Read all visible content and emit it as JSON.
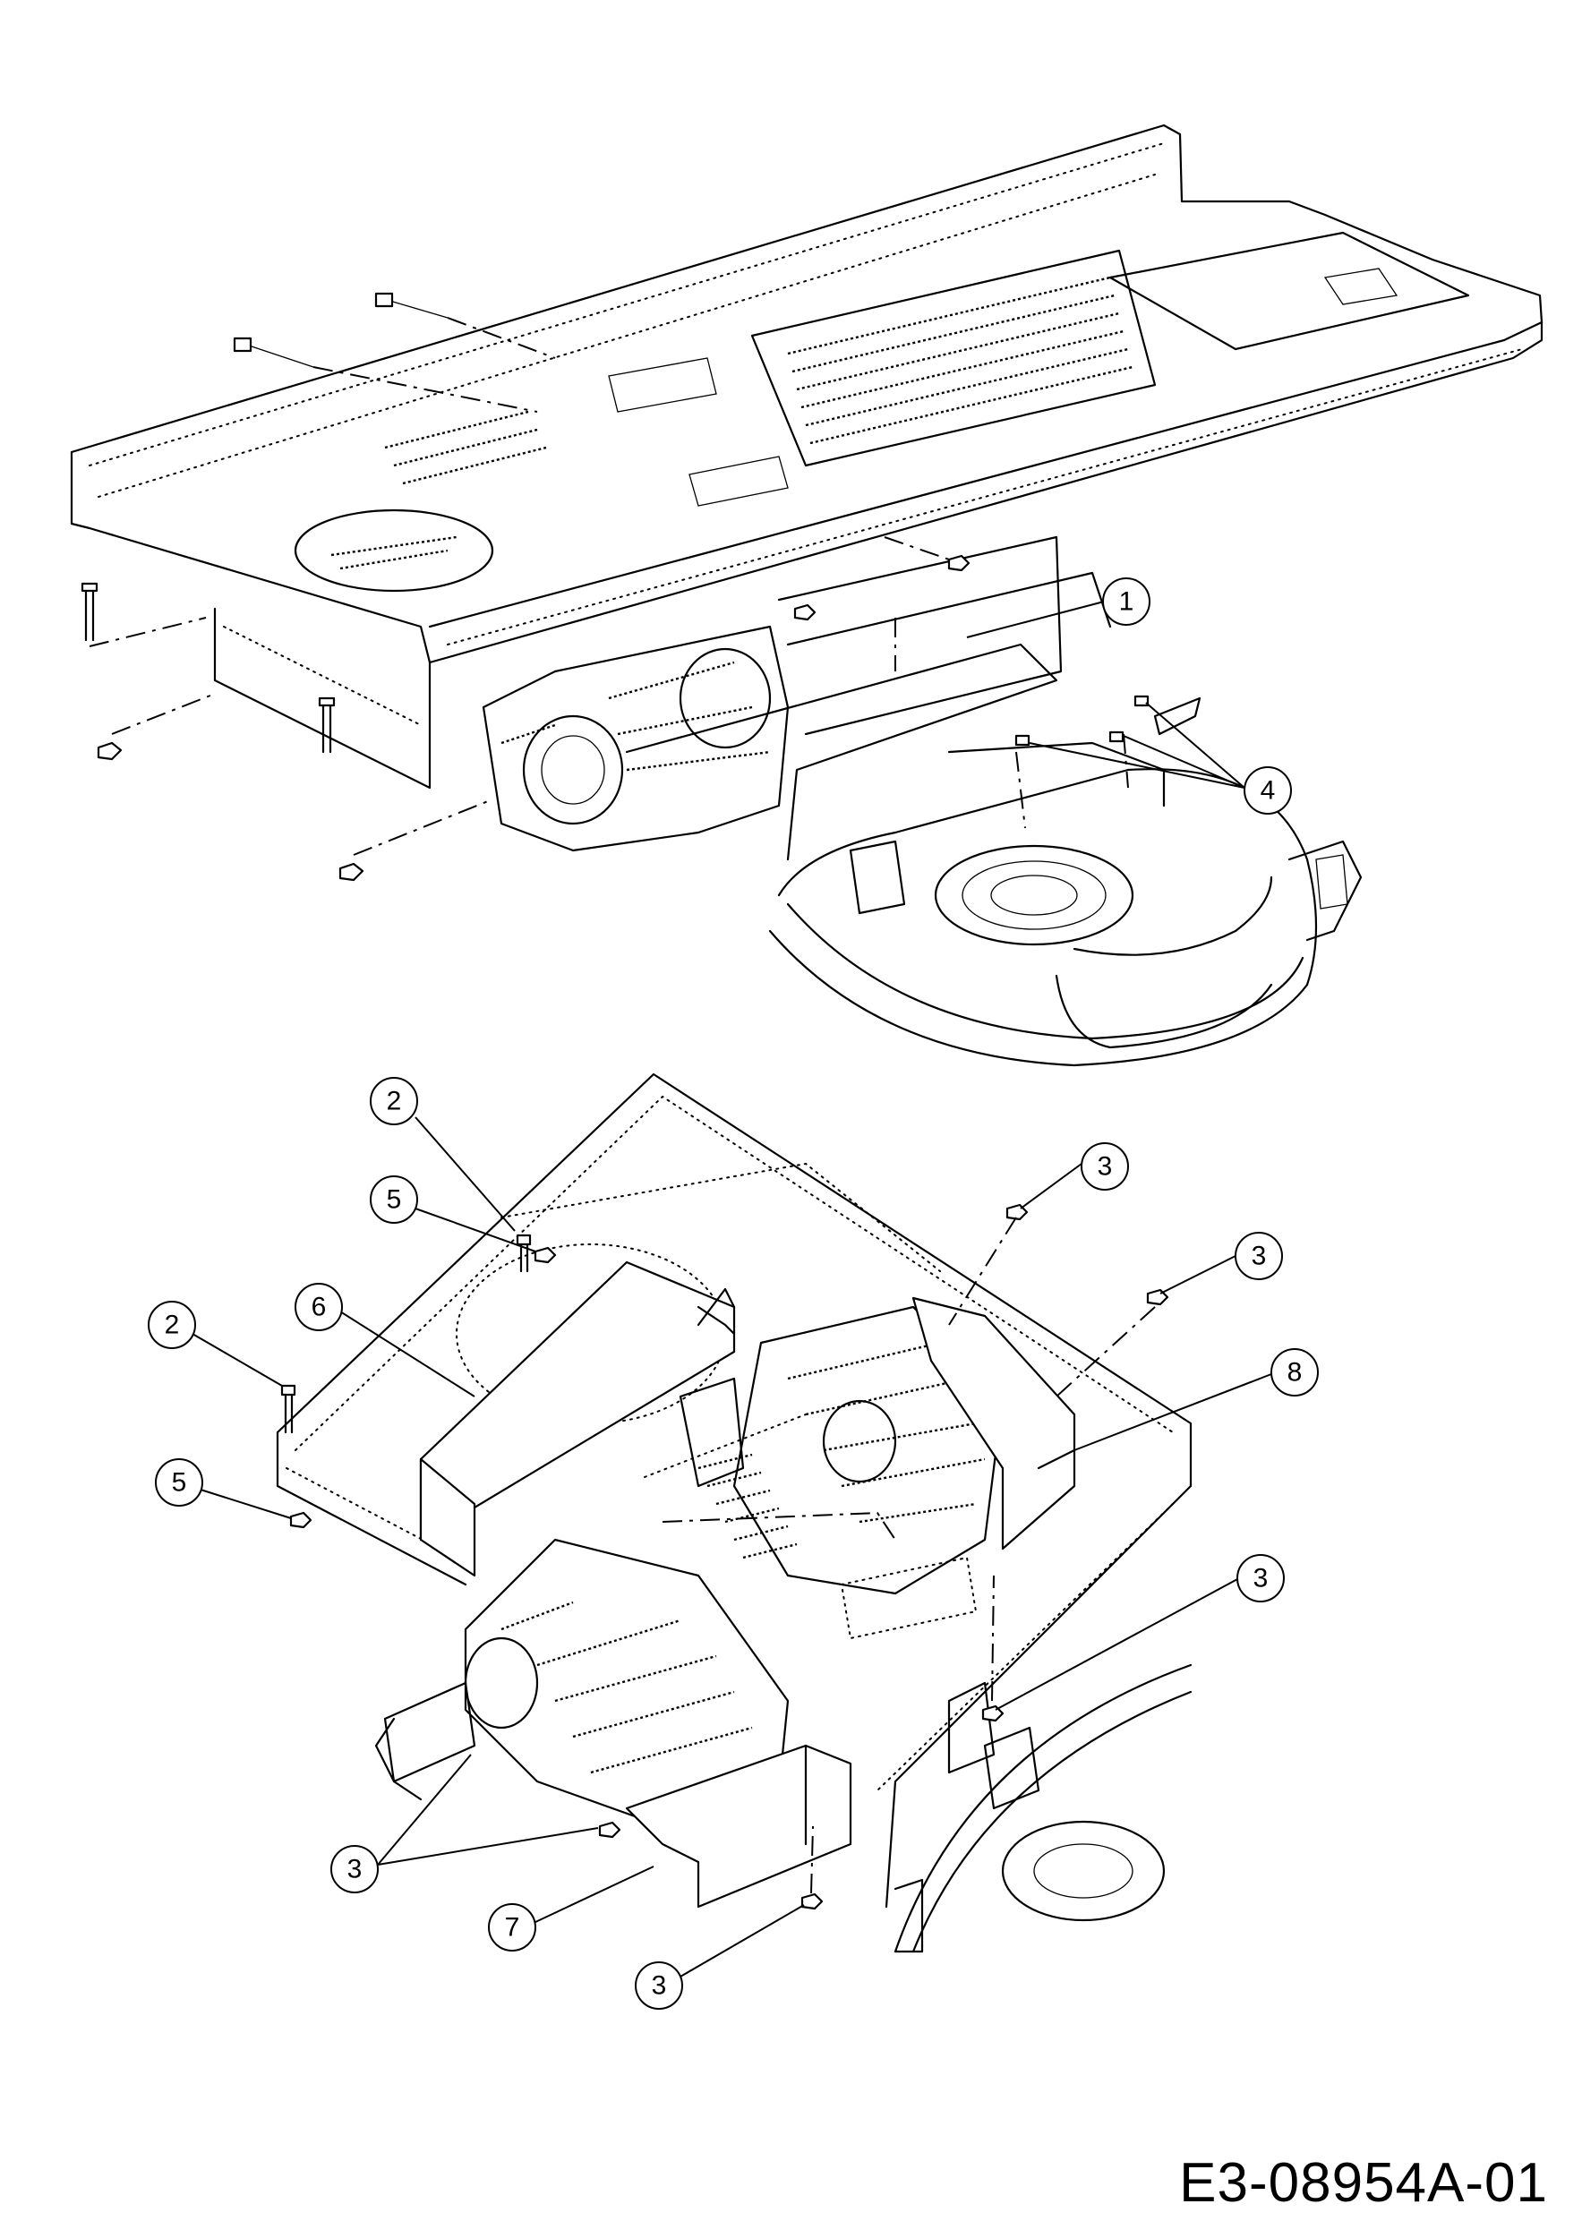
{
  "drawing_code": "E3-08954A-01",
  "callouts": [
    {
      "label": "1"
    },
    {
      "label": "4"
    },
    {
      "label": "2"
    },
    {
      "label": "5"
    },
    {
      "label": "6"
    },
    {
      "label": "2"
    },
    {
      "label": "5"
    },
    {
      "label": "3"
    },
    {
      "label": "3"
    },
    {
      "label": "8"
    },
    {
      "label": "3"
    },
    {
      "label": "3"
    },
    {
      "label": "7"
    },
    {
      "label": "3"
    }
  ]
}
